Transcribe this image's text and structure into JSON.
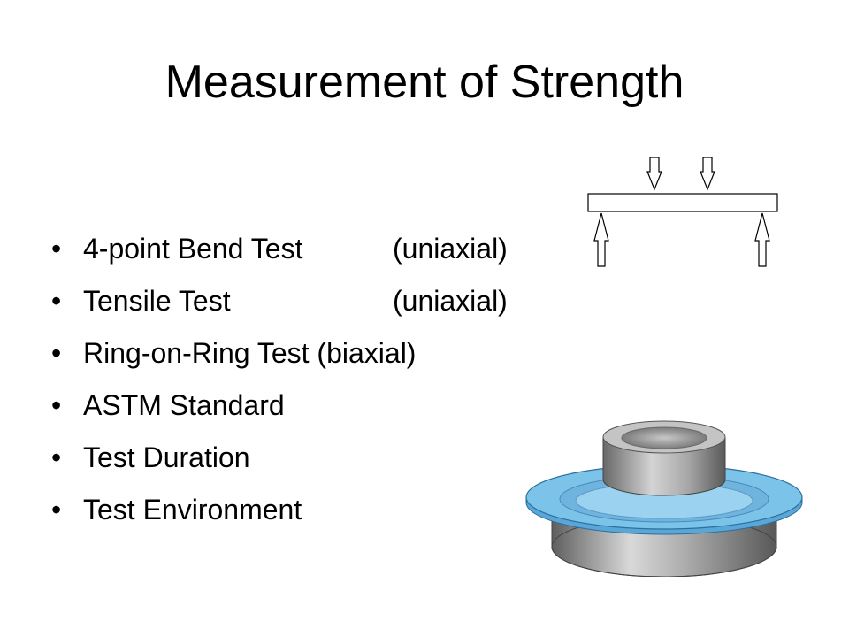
{
  "slide": {
    "title": "Measurement of Strength"
  },
  "bullets": [
    {
      "symbol": "•",
      "text": "4-point Bend Test",
      "note": "(uniaxial)"
    },
    {
      "symbol": "•",
      "text": "Tensile Test",
      "note": "(uniaxial)"
    },
    {
      "symbol": "•",
      "text": "Ring-on-Ring Test (biaxial)",
      "note": ""
    },
    {
      "symbol": "•",
      "text": "ASTM Standard",
      "note": ""
    },
    {
      "symbol": "•",
      "text": "Test Duration",
      "note": ""
    },
    {
      "symbol": "•",
      "text": "Test Environment",
      "note": ""
    }
  ],
  "colors": {
    "text": "#000000",
    "background": "#ffffff",
    "specimen_fill": "#79bfe6",
    "fixture_gray": "#9a9a9a"
  },
  "figures": {
    "bend_test": "four-point-bend-diagram",
    "ring_test": "ring-on-ring-fixture-illustration"
  }
}
